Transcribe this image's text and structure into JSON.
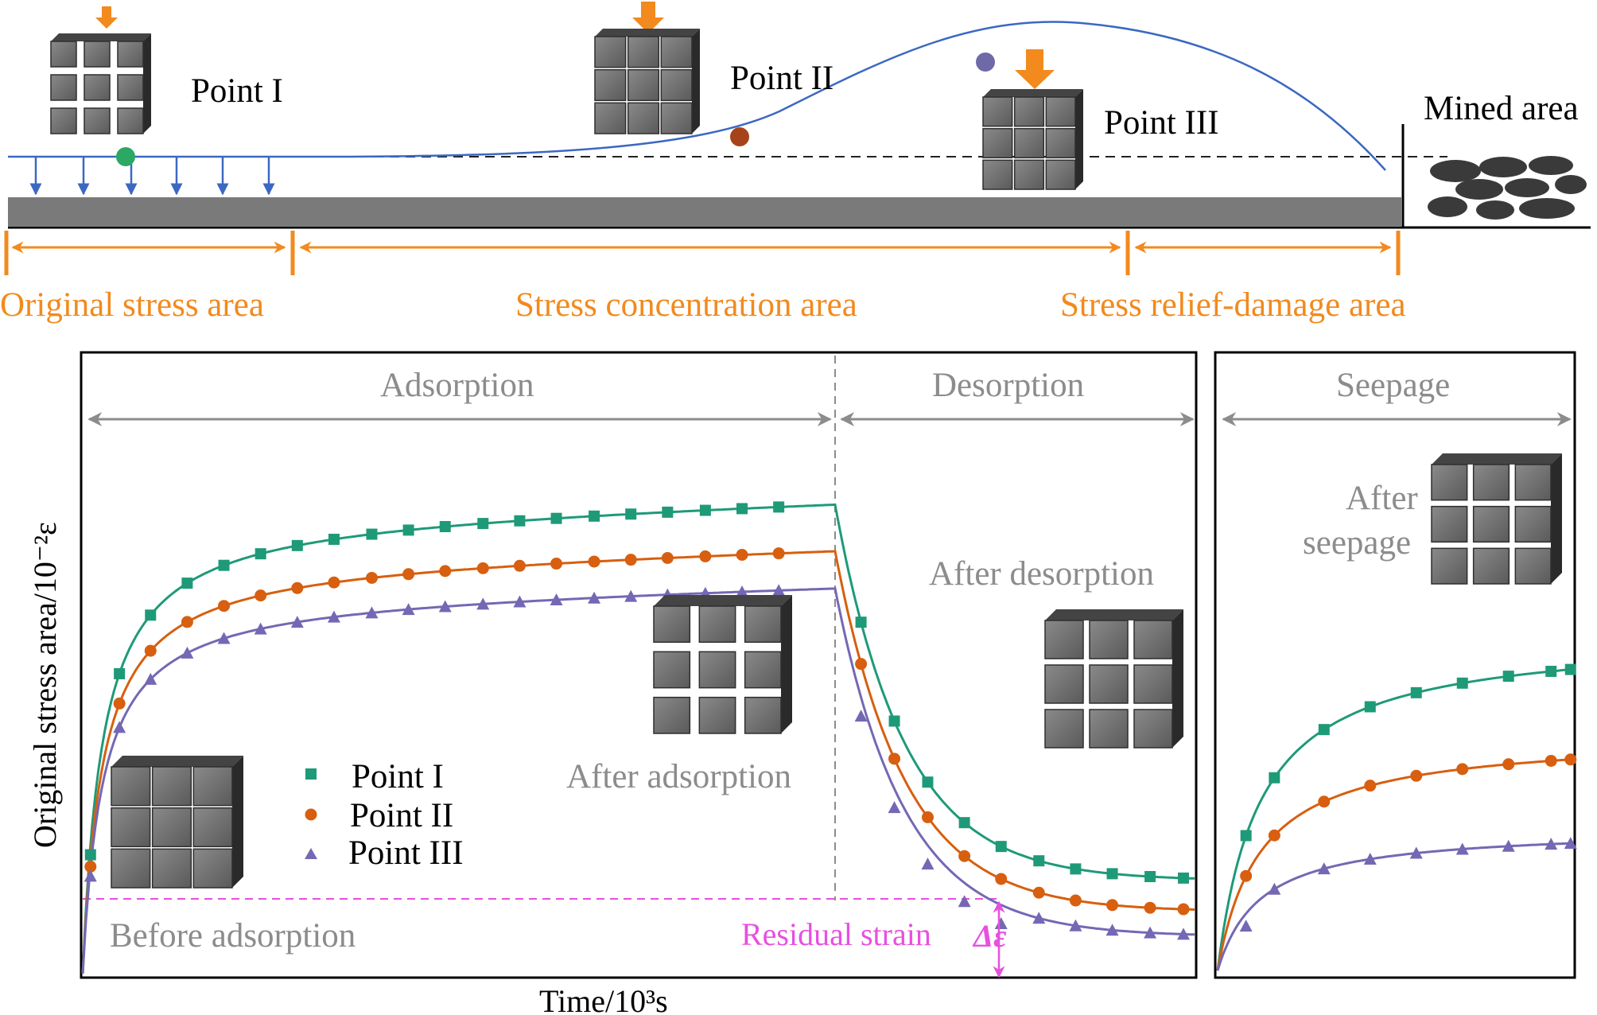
{
  "colors": {
    "orange": "#f28a1e",
    "grey_text": "#8c8c8c",
    "green": "#1e9a78",
    "orange_series": "#d75f0f",
    "purple": "#7468b4",
    "magenta": "#e84fe0",
    "blue_line": "#3b68c2",
    "point1_dot": "#2aa864",
    "point2_dot": "#a6431a",
    "point3_dot": "#6e6aa8",
    "cube": "#6b6b6b",
    "strata": "#7a7a7a"
  },
  "top_panel": {
    "point_labels": [
      "Point I",
      "Point II",
      "Point III"
    ],
    "mined_area": "Mined area",
    "zones": [
      "Original stress area",
      "Stress concentration area",
      "Stress relief-damage area"
    ]
  },
  "phases": {
    "adsorption": "Adsorption",
    "desorption": "Desorption",
    "seepage": "Seepage"
  },
  "annotations": {
    "before_adsorption": "Before adsorption",
    "after_adsorption": "After adsorption",
    "after_desorption": "After desorption",
    "after_seepage_1": "After",
    "after_seepage_2": "seepage",
    "residual_strain": "Residual strain",
    "delta_epsilon": "Δε"
  },
  "axes": {
    "y_label": "Original stress area/10⁻²ε",
    "x_label": "Time/10³s"
  },
  "legend": [
    {
      "name": "Point I",
      "marker": "square",
      "color_key": "green"
    },
    {
      "name": "Point II",
      "marker": "circle",
      "color_key": "orange_series"
    },
    {
      "name": "Point III",
      "marker": "triangle",
      "color_key": "purple"
    }
  ],
  "chart_data": {
    "type": "scatter",
    "title": "",
    "xlabel": "Time/10³s",
    "ylabel": "Original stress area/10⁻²ε",
    "xlim": [
      0,
      1
    ],
    "ylim": [
      0,
      1
    ],
    "residual_level": 0.11,
    "series": [
      {
        "name": "Point I",
        "adsorption_plateau": 0.76,
        "desorption_end": 0.155,
        "seepage_end": 0.495
      },
      {
        "name": "Point II",
        "adsorption_plateau": 0.685,
        "desorption_end": 0.105,
        "seepage_end": 0.35
      },
      {
        "name": "Point III",
        "adsorption_plateau": 0.625,
        "desorption_end": 0.065,
        "seepage_end": 0.215
      }
    ]
  }
}
